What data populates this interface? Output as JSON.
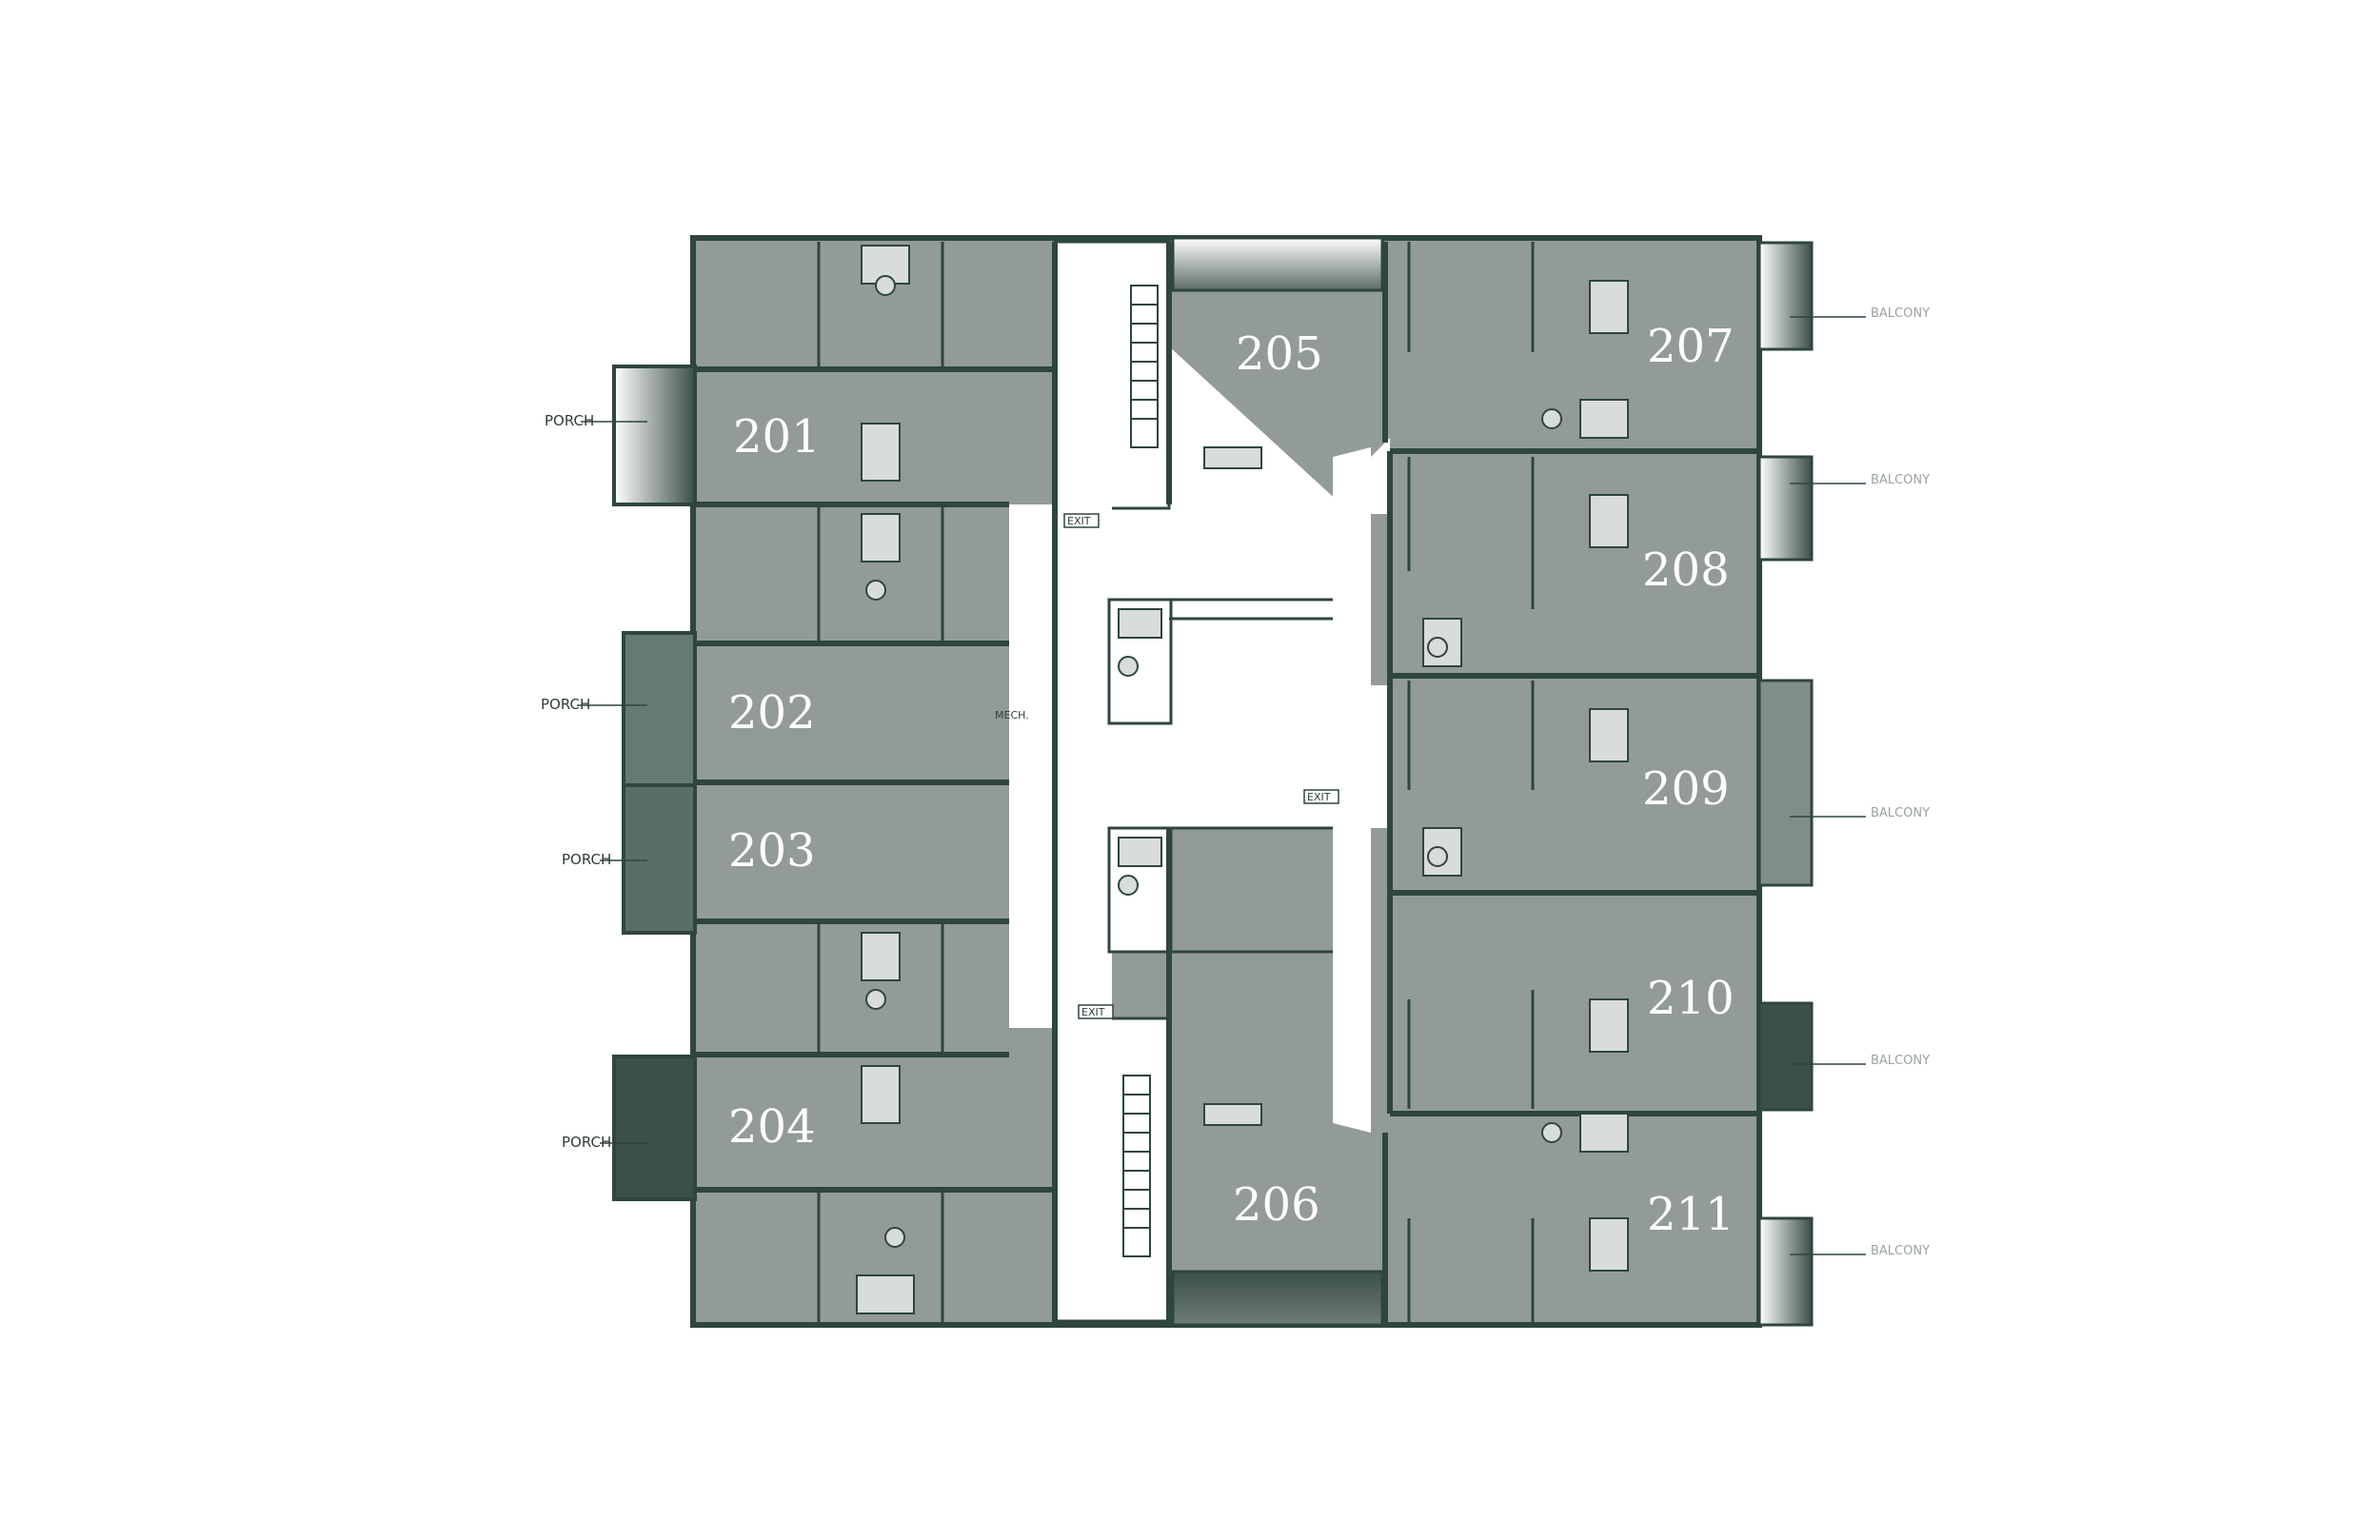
{
  "plan": {
    "units": [
      "201",
      "202",
      "203",
      "204",
      "205",
      "206",
      "207",
      "208",
      "209",
      "210",
      "211"
    ],
    "porch_label": "PORCH",
    "exit_label": "EXIT",
    "mech_label": "MECH.",
    "balcony_label": "BALCONY",
    "colors": {
      "wall": "#2f4540",
      "room": "#939b97",
      "background": "#ffffff",
      "corridor": "#ffffff"
    }
  }
}
